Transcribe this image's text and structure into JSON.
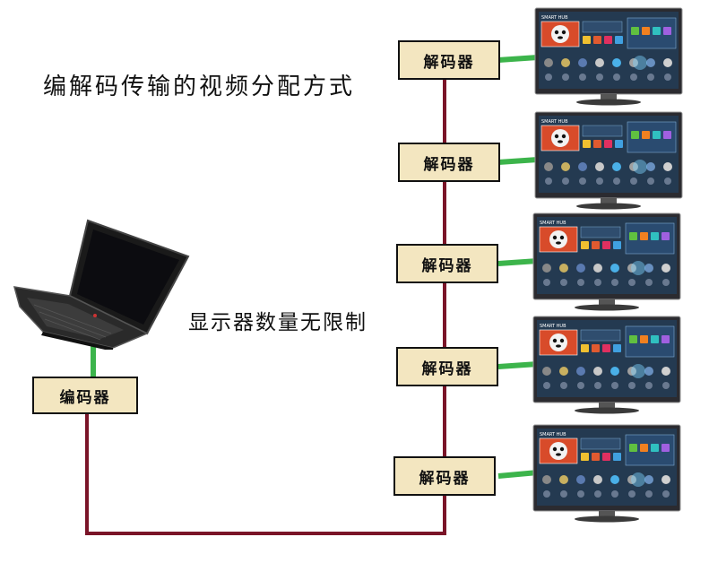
{
  "title": "编解码传输的视频分配方式",
  "note": "显示器数量无限制",
  "encoder": {
    "label": "编码器"
  },
  "decoders": [
    {
      "label": "解码器"
    },
    {
      "label": "解码器"
    },
    {
      "label": "解码器"
    },
    {
      "label": "解码器"
    },
    {
      "label": "解码器"
    }
  ],
  "tv_logo": "SMART HUB",
  "colors": {
    "cable": "#7a1428",
    "hdmi": "#3cb44b",
    "box_fill": "#f3e6c0"
  }
}
